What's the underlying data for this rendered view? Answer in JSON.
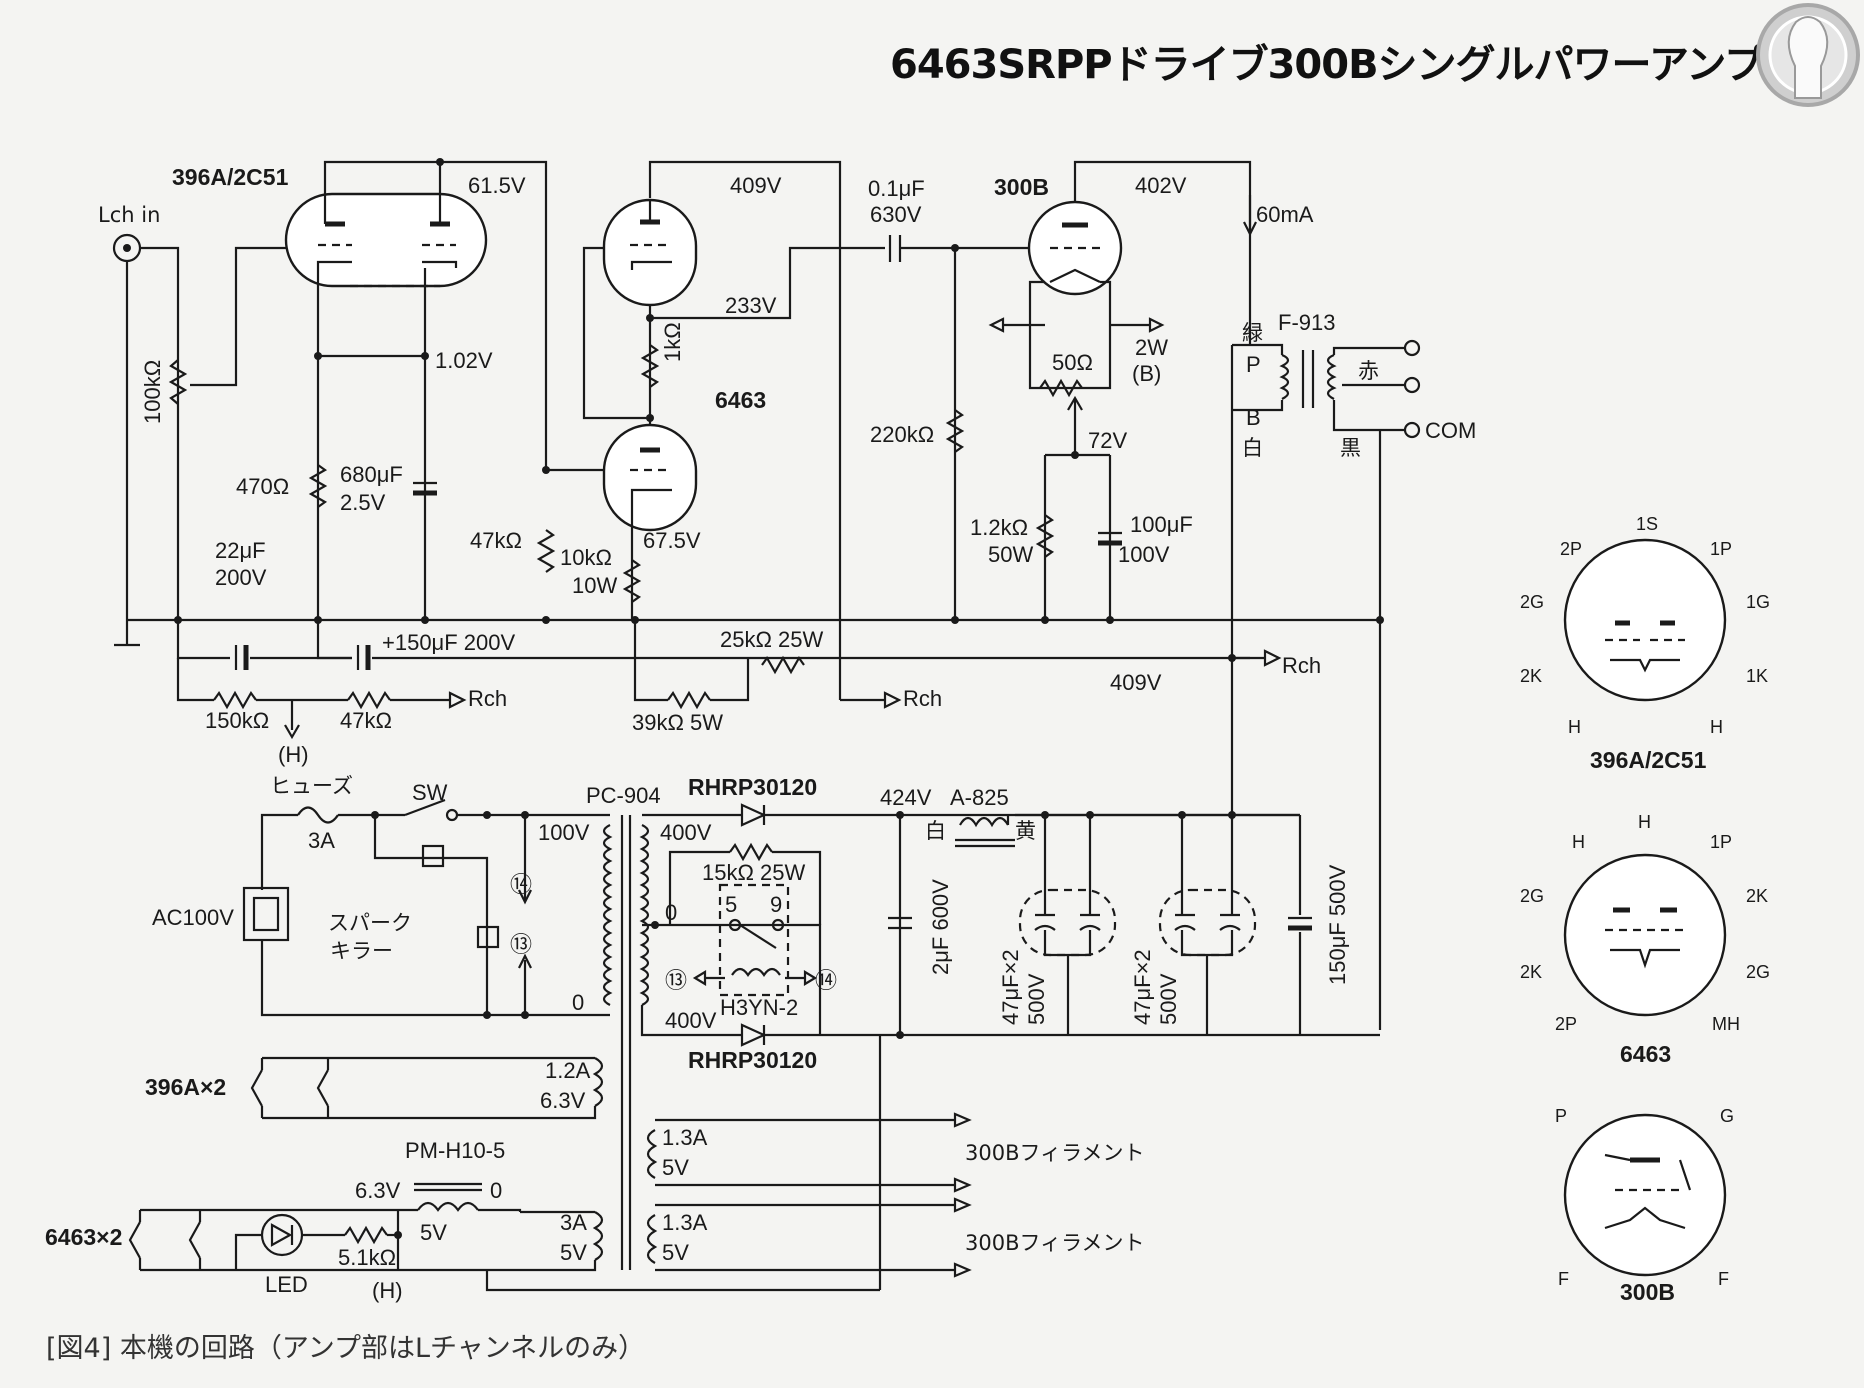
{
  "title": "6463SRPPドライブ300Bシングルパワーアンプ",
  "caption": "[図4] 本機の回路（アンプ部はLチャンネルのみ）",
  "icon": "vacuum-tube-icon",
  "tubes": {
    "t396a": "396A/2C51",
    "t6463": "6463",
    "t300b": "300B"
  },
  "voltages": {
    "v615": "61.5V",
    "v102": "1.02V",
    "v409a": "409V",
    "v233": "233V",
    "v675": "67.5V",
    "v402": "402V",
    "v72": "72V",
    "v409b": "409V",
    "v424": "424V",
    "v400a": "400V",
    "v400b": "400V",
    "v100": "100V",
    "v0a": "0",
    "v0b": "0",
    "v0c": "0"
  },
  "labels": {
    "lch_in": "Lch in",
    "r100k": "100kΩ",
    "r470": "470Ω",
    "c680a": "680μF",
    "c680b": "2.5V",
    "c22a": "22μF",
    "c22b": "200V",
    "c150x": "+150μF 200V",
    "r150k": "150kΩ",
    "r47ka": "47kΩ",
    "r47kb": "47kΩ",
    "rch1": "Rch",
    "rch2": "Rch",
    "rch3": "Rch",
    "h1": "(H)",
    "h2": "(H)",
    "r1k": "1kΩ",
    "r10ka": "10kΩ",
    "r10kb": "10W",
    "r25k": "25kΩ 25W",
    "r39k": "39kΩ 5W",
    "c01a": "0.1μF",
    "c01b": "630V",
    "r220k": "220kΩ",
    "r50": "50Ω",
    "r2wa": "2W",
    "r2wb": "(B)",
    "r12ka": "1.2kΩ",
    "r12kb": "50W",
    "c100a": "100μF",
    "c100b": "100V",
    "i60": "60mA",
    "opt": "F-913",
    "midori": "緑",
    "shiro": "白",
    "aka": "赤",
    "kuro": "黒",
    "p": "P",
    "b": "B",
    "com": "COM",
    "fuse": "ヒューズ",
    "fuse3a": "3A",
    "sw": "SW",
    "ac": "AC100V",
    "spark1": "スパーク",
    "spark2": "キラー",
    "pt": "PC-904",
    "diode1": "RHRP30120",
    "diode2": "RHRP30120",
    "r15k": "15kΩ 25W",
    "relay": "H3YN-2",
    "n5": "5",
    "n9": "9",
    "n13a": "⑬",
    "n13b": "⑬",
    "n14a": "⑭",
    "n14b": "⑭",
    "choke": "A-825",
    "choke_w": "白",
    "choke_y": "黄",
    "c2u": "2μF 600V",
    "c47a": "47μF×2",
    "c47b": "500V",
    "c47c": "47μF×2",
    "c47d": "500V",
    "c150": "150μF 500V",
    "h396": "396A×2",
    "h12a": "1.2A",
    "h63v": "6.3V",
    "f13a1": "1.3A",
    "f5v1": "5V",
    "f13a2": "1.3A",
    "f5v2": "5V",
    "fil1": "300Bフィラメント",
    "fil2": "300Bフィラメント",
    "reg": "PM-H10-5",
    "reg63": "6.3V",
    "reg5": "5V",
    "h6463": "6463×2",
    "led": "LED",
    "r51k": "5.1kΩ",
    "h3a": "3A",
    "h5v": "5V"
  },
  "pinouts": [
    {
      "name": "396A/2C51",
      "pins": [
        "2P",
        "1S",
        "1P",
        "2G",
        "1G",
        "2K",
        "1K",
        "H",
        "H"
      ]
    },
    {
      "name": "6463",
      "pins": [
        "H",
        "H",
        "1P",
        "2G",
        "2K",
        "2K",
        "2G",
        "2P",
        "MH"
      ]
    },
    {
      "name": "300B",
      "pins": [
        "P",
        "G",
        "F",
        "F"
      ]
    }
  ]
}
